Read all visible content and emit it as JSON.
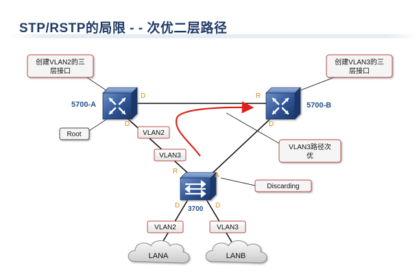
{
  "title": "STP/RSTP的局限 - - 次优二层路径",
  "devices": {
    "switch_a": {
      "name": "5700-A"
    },
    "switch_b": {
      "name": "5700-B"
    },
    "switch_access": {
      "name": "3700"
    }
  },
  "port_labels": {
    "a_right": "D",
    "a_bottom": "D",
    "b_left": "R",
    "b_bottom": "D",
    "access_top_left": "R",
    "access_top_right": "A",
    "access_bottom_left": "D",
    "access_bottom_right": "D"
  },
  "vlan_tags": {
    "tag_upper_vlan2": "VLAN2",
    "tag_upper_vlan3": "VLAN3",
    "tag_lower_vlan2": "VLAN2",
    "tag_lower_vlan3": "VLAN3"
  },
  "callouts": {
    "vlan2_l3_line1": "创建VLAN2的三",
    "vlan2_l3_line2": "层接口",
    "vlan3_l3_line1": "创建VLAN3的三",
    "vlan3_l3_line2": "层接口",
    "root": "Root",
    "vlan3_path_line1": "VLAN3路径次",
    "vlan3_path_line2": "优",
    "discarding": "Discarding"
  },
  "lans": {
    "lan_a": "LANA",
    "lan_b": "LANB"
  },
  "colors": {
    "title": "#1f3a66",
    "device_label": "#1f4f8a",
    "port_label": "#d98a1a",
    "callout_red_border": "#b8473f",
    "path_arrow": "#e0201a"
  }
}
